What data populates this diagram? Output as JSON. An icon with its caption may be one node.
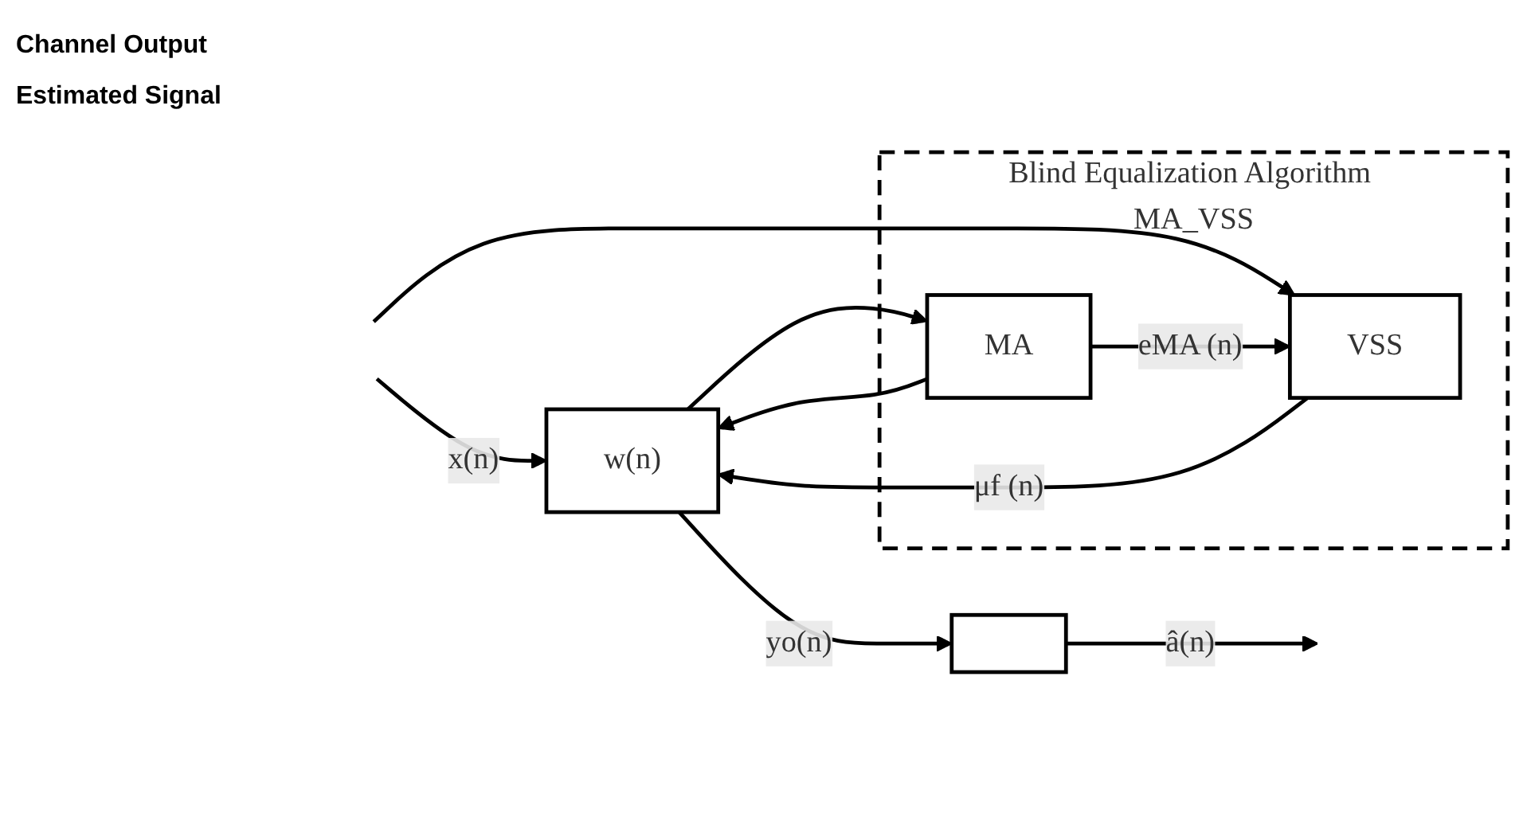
{
  "diagram": {
    "nodes": [
      {
        "text": [
          "w(n)"
        ]
      },
      {
        "text": [],
        "shape": "box"
      },
      {
        "text": [
          "Blind Equalization Algorithm MA_VSS"
        ]
      },
      {
        "text": [
          "VSS"
        ],
        "in": 2
      },
      {
        "text": [
          "MA"
        ],
        "in": 2
      }
    ],
    "edges": [
      {
        "from": null,
        "to": 0,
        "arrow": "to",
        "label": "x(n)"
      },
      {
        "from": null,
        "to": 3,
        "arrow": "to"
      },
      {
        "from": 3,
        "to": 0,
        "arrow": "to",
        "label": "μf (n)"
      },
      {
        "from": 0,
        "to": 1,
        "arrow": "to",
        "label": "yo(n)"
      },
      {
        "from": 0,
        "to": 4,
        "arrow": "to"
      },
      {
        "from": 4,
        "to": 3,
        "arrow": "to",
        "label": "eMA (n)"
      },
      {
        "from": 4,
        "to": 0,
        "arrow": "to"
      },
      {
        "from": 1,
        "to": null,
        "arrow": "to",
        "label": "â(n)"
      }
    ],
    "labels": [
      "Channel Output",
      "Estimated Signal"
    ]
  }
}
